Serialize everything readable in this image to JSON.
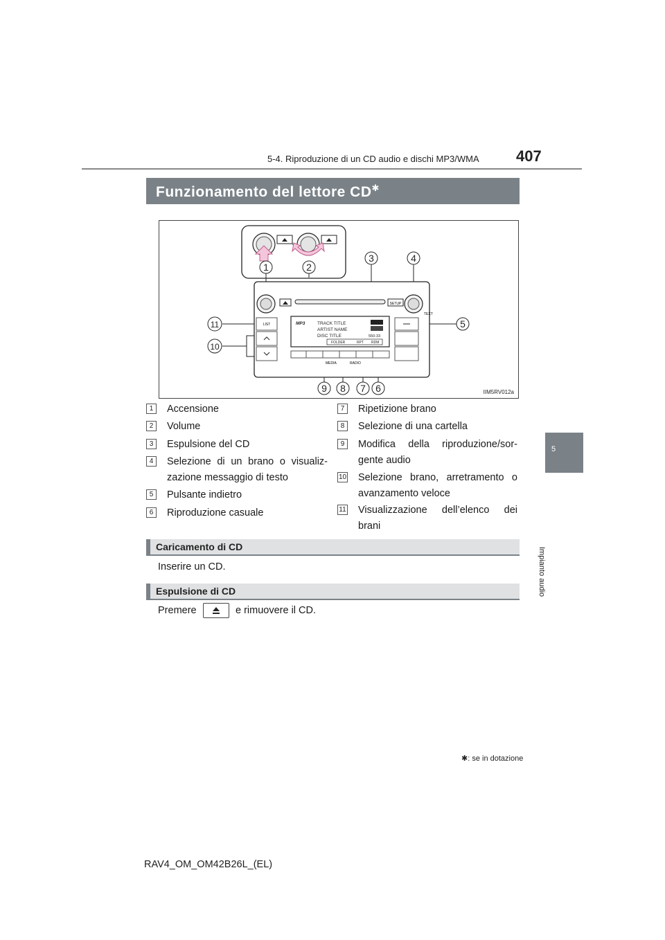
{
  "header": {
    "chapter_title": "5-4. Riproduzione di un CD audio e dischi MP3/WMA",
    "page_number": "407"
  },
  "side_tab": {
    "number": "5",
    "label": "Impianto audio"
  },
  "section_title": {
    "text": "Funzionamento del lettore CD",
    "mark": "✱"
  },
  "figure": {
    "code": "IIM5RV012a",
    "screen_lines": [
      "TRACK TITLE",
      "ARTIST NAME",
      "DISC TITLE"
    ],
    "screen_tags": [
      "MP3",
      "550-33",
      "FOLDER",
      "RPT",
      "RDM"
    ],
    "button_labels": [
      "LIST",
      "SETUP",
      "TEXT",
      "MEDIA",
      "RADIO"
    ],
    "callouts": [
      "1",
      "2",
      "3",
      "4",
      "5",
      "6",
      "7",
      "8",
      "9",
      "10",
      "11"
    ]
  },
  "legend": [
    {
      "num": "1",
      "text": "Accensione"
    },
    {
      "num": "2",
      "text": "Volume"
    },
    {
      "num": "3",
      "text": "Espulsione del CD"
    },
    {
      "num": "4",
      "text": "Selezione di un brano o visualiz-zazione messaggio di testo"
    },
    {
      "num": "5",
      "text": "Pulsante indietro"
    },
    {
      "num": "6",
      "text": "Riproduzione casuale"
    },
    {
      "num": "7",
      "text": "Ripetizione brano"
    },
    {
      "num": "8",
      "text": "Selezione di una cartella"
    },
    {
      "num": "9",
      "text": "Modifica della riproduzione/sor-gente audio"
    },
    {
      "num": "10",
      "text": "Selezione brano, arretramento o avanzamento veloce"
    },
    {
      "num": "11",
      "text": "Visualizzazione dell’elenco dei brani"
    }
  ],
  "loading": {
    "title": "Caricamento di CD",
    "text": "Inserire un CD."
  },
  "eject": {
    "title": "Espulsione di CD",
    "before": "Premere",
    "after": "e rimuovere il CD."
  },
  "footnote": {
    "mark": "✱",
    "text": ": se in dotazione"
  },
  "footer": {
    "doc_code": "RAV4_OM_OM42B26L_(EL)"
  }
}
